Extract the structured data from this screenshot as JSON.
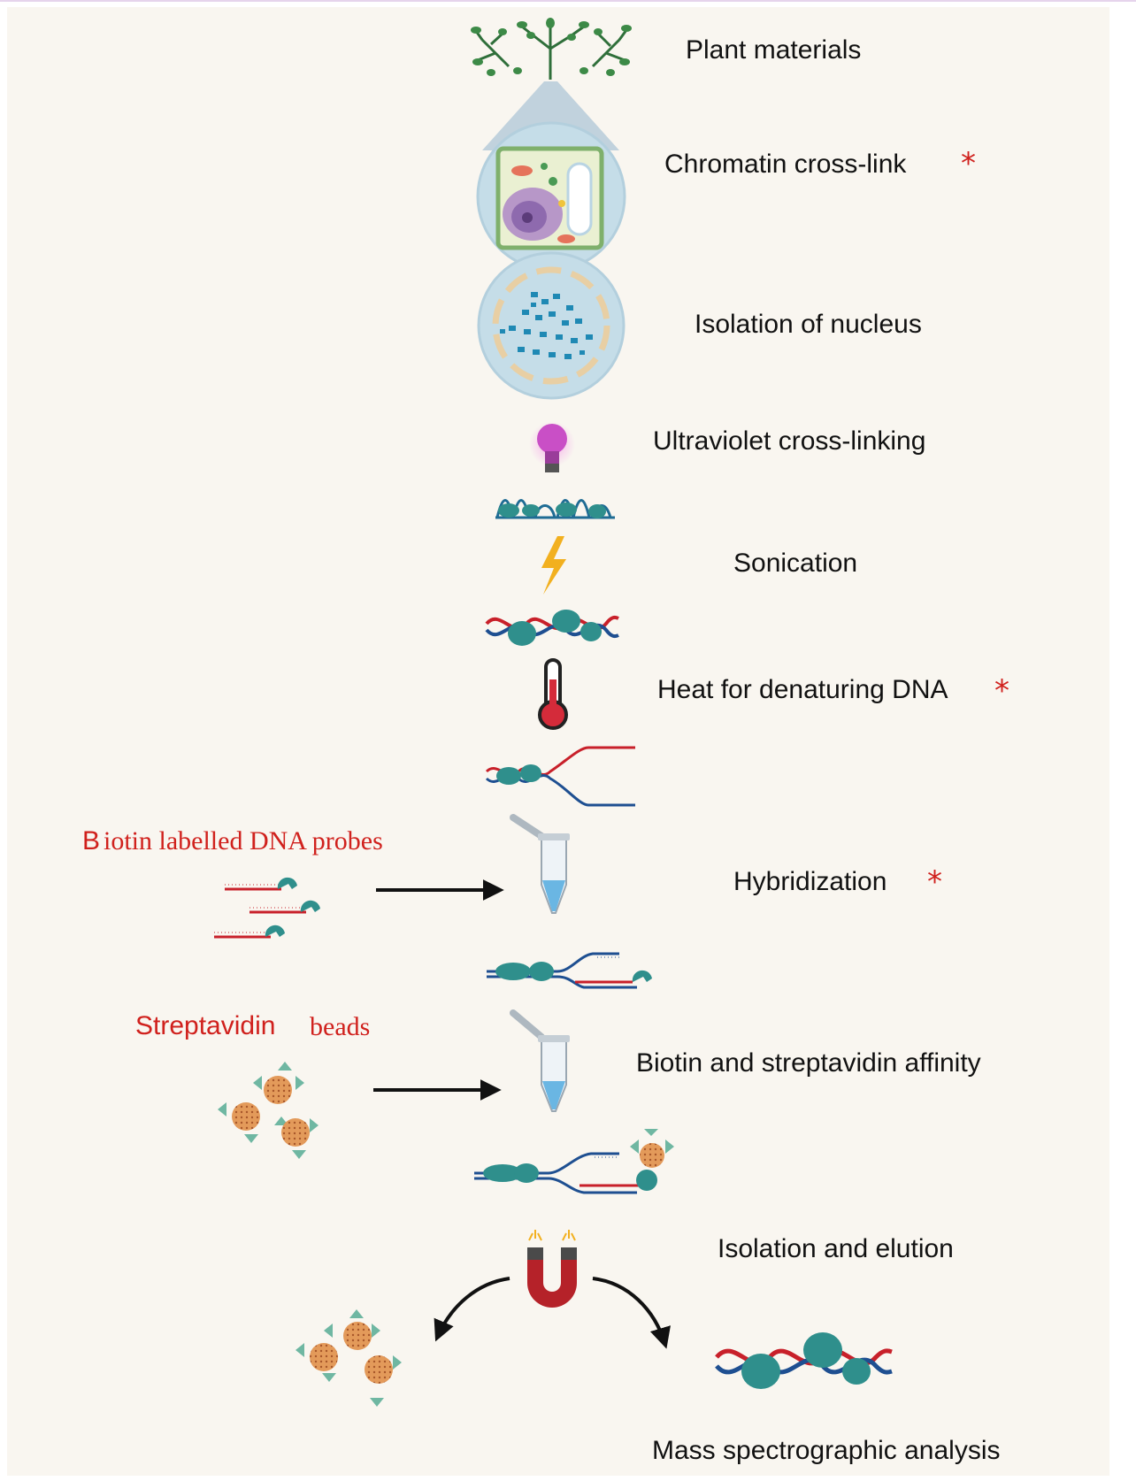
{
  "steps": {
    "plant_materials": "Plant materials",
    "chromatin_crosslink": "Chromatin cross-link",
    "isolation_nucleus": "Isolation of nucleus",
    "uv_crosslinking": "Ultraviolet cross-linking",
    "sonication": "Sonication",
    "heat_denaturing": "Heat for denaturing DNA",
    "hybridization": "Hybridization",
    "biotin_affinity": "Biotin  and streptavidin affinity",
    "isolation_elution": "Isolation and elution",
    "mass_spec": "Mass spectrographic  analysis"
  },
  "marker": "*",
  "side_labels": {
    "biotin_first": "B",
    "biotin_rest": "iotin labelled DNA probes",
    "streptavidin": "Streptavidin",
    "beads": "beads"
  },
  "colors": {
    "accent_red": "#d0211d",
    "dna_red": "#c8202a",
    "dna_blue": "#1e4f91",
    "protein_teal": "#2f8f8c",
    "bead_orange": "#e39a5a",
    "plant_green": "#2f6f3a"
  },
  "icons": [
    "plant-icon",
    "plant-cell-icon",
    "nucleus-icon",
    "light-bulb-icon",
    "chromatin-icon",
    "lightning-icon",
    "dna-protein-icon",
    "thermometer-icon",
    "denatured-dna-icon",
    "probe-icon",
    "tube-icon",
    "arrow-icon",
    "hybrid-icon",
    "bead-cluster-icon",
    "magnet-icon",
    "curved-arrow-icon"
  ]
}
